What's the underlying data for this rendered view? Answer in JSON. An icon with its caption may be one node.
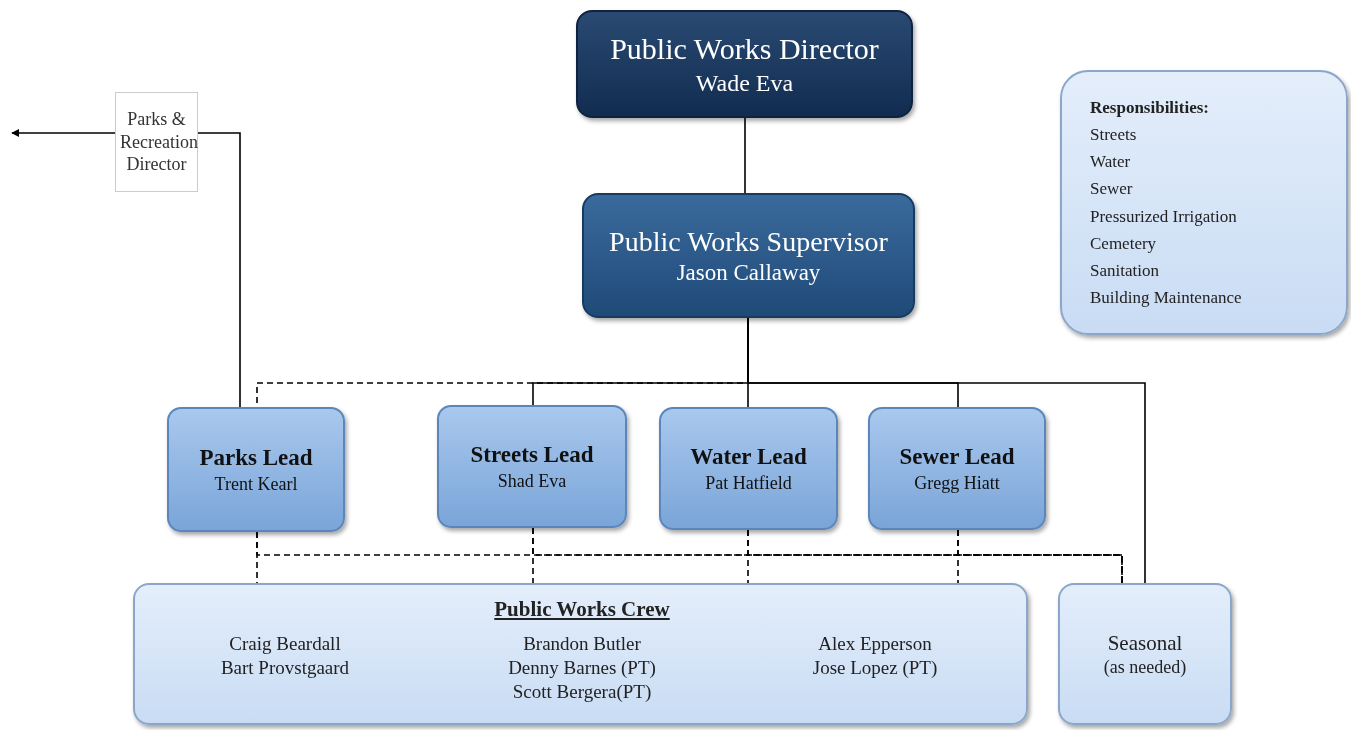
{
  "diagram": {
    "nodes": [
      {
        "text": [
          "Public Works Director",
          "Wade Eva"
        ]
      },
      {
        "text": [
          "Public Works Supervisor",
          "Jason Callaway"
        ]
      },
      {
        "text": [
          "Parks & Recreation Director"
        ]
      },
      {
        "text": [
          "Responsibilities:",
          "Streets",
          "Water",
          "Sewer",
          "Pressurized Irrigation",
          "Cemetery",
          "Sanitation",
          "Building Maintenance"
        ]
      },
      {
        "text": [
          "Parks Lead",
          "Trent Kearl"
        ]
      },
      {
        "text": [
          "Streets Lead",
          "Shad Eva"
        ]
      },
      {
        "text": [
          "Water Lead",
          "Pat Hatfield"
        ]
      },
      {
        "text": [
          "Sewer Lead",
          "Gregg Hiatt"
        ]
      },
      {
        "text": [
          "Public Works Crew",
          "Craig Beardall",
          "Bart Provstgaard",
          "Brandon Butler",
          "Denny Barnes (PT)",
          "Scott Bergera(PT)",
          "Alex Epperson",
          "Jose Lopez (PT)"
        ]
      },
      {
        "text": [
          "Seasonal",
          "(as needed)"
        ]
      }
    ],
    "edges": [
      {
        "from": 0,
        "to": 1,
        "arrow": "none"
      },
      {
        "from": 1,
        "to": 4,
        "arrow": "none",
        "style": "dashed"
      },
      {
        "from": 1,
        "to": 5,
        "arrow": "none"
      },
      {
        "from": 1,
        "to": 6,
        "arrow": "none"
      },
      {
        "from": 1,
        "to": 7,
        "arrow": "none"
      },
      {
        "from": 1,
        "to": 9,
        "arrow": "none"
      },
      {
        "from": 4,
        "to": 2,
        "arrow": "none"
      },
      {
        "from": 2,
        "to": null,
        "arrow": "to"
      },
      {
        "from": 4,
        "to": 8,
        "arrow": "none",
        "style": "dashed"
      },
      {
        "from": 5,
        "to": 8,
        "arrow": "none",
        "style": "dashed"
      },
      {
        "from": 6,
        "to": 8,
        "arrow": "none",
        "style": "dashed"
      },
      {
        "from": 7,
        "to": 8,
        "arrow": "none",
        "style": "dashed"
      },
      {
        "from": 4,
        "to": 9,
        "arrow": "none",
        "style": "dashed"
      },
      {
        "from": 5,
        "to": 9,
        "arrow": "none",
        "style": "dashed"
      },
      {
        "from": 6,
        "to": 9,
        "arrow": "none",
        "style": "dashed"
      },
      {
        "from": 7,
        "to": 9,
        "arrow": "none",
        "style": "dashed"
      }
    ]
  }
}
